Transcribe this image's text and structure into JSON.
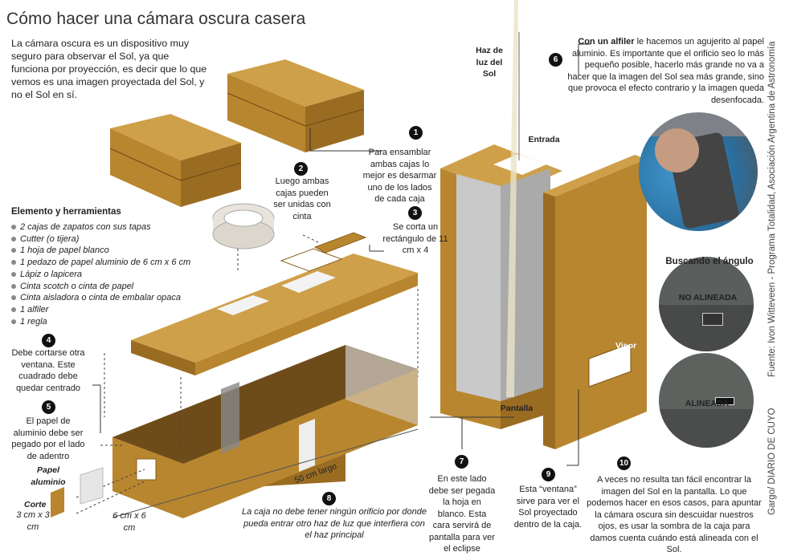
{
  "title": "Cómo hacer una cámara oscura casera",
  "intro": "La cámara oscura es un dispositivo muy seguro para observar el Sol, ya que funciona por proyección, es decir que lo que vemos es una imagen proyectada del Sol, y no el Sol en sí.",
  "tools": {
    "heading": "Elemento y herramientas",
    "items": [
      "2 cajas de zapatos con sus tapas",
      "Cutter (o tijera)",
      "1 hoja de papel blanco",
      "1 pedazo de papel aluminio de 6 cm x 6 cm",
      "Lápiz o lapicera",
      "Cinta scotch o cinta de papel",
      "Cinta aisladora o cinta de embalar opaca",
      "1 alfiler",
      "1 regla"
    ]
  },
  "steps": {
    "s1": {
      "num": "1",
      "text": "Para ensamblar ambas cajas lo mejor es desarmar uno de los lados de cada caja"
    },
    "s2": {
      "num": "2",
      "text": "Luego ambas cajas pueden ser unidas con cinta"
    },
    "s3": {
      "num": "3",
      "text": "Se corta un rectángulo de 11 cm x 4"
    },
    "s4": {
      "num": "4",
      "text": "Debe cortarse otra ventana. Este cuadrado debe quedar centrado"
    },
    "s5": {
      "num": "5",
      "text": "El papel de aluminio debe ser pegado por el lado de adentro"
    },
    "s6": {
      "num": "6",
      "bold": "Con un alfiler",
      "text": " le hacemos un agujerito al papel aluminio. Es importante que el orificio seo lo más pequeño posible, hacerlo más grande no va a hacer que la imagen del Sol sea más grande, sino que provoca el efecto contrario y la imagen queda desenfocada."
    },
    "s7": {
      "num": "7",
      "text": "En este lado debe ser pegada la hoja en blanco. Esta cara servirá de pantalla para ver el eclipse"
    },
    "s8": {
      "num": "8",
      "text": "La caja no debe tener ningún orificio por donde pueda entrar otro haz de luz que interfiera con el haz principal"
    },
    "s9": {
      "num": "9",
      "text": "Esta “ventana” sirve para ver el Sol proyectado dentro de la caja."
    },
    "s10": {
      "num": "10",
      "text": "A veces no resulta tan fácil encontrar la imagen del Sol en la pantalla. Lo que podemos hacer en esos casos, para apuntar la cámara oscura sin descuidar nuestros ojos, es usar la sombra de la caja para damos cuenta cuándo está alineada con el Sol."
    }
  },
  "labels": {
    "haz": "Haz de luz del Sol",
    "entrada": "Entrada",
    "pantalla": "Pantalla",
    "visor": "Visor",
    "papel": "Papel aluminio",
    "corte": "Corte",
    "corte_dim": "3 cm x 3 cm",
    "dim6": "6 cm x 6 cm",
    "largo": "50 cm largo",
    "buscando": "Buscando el ángulo",
    "no_alineada": "NO ALINEADA",
    "alineada": "ALINEADA"
  },
  "credits": {
    "source": "Fuente: Ivon Witteveen - Programa Totalidad, Asociación Argentina de Astronomía",
    "author": "Gargo/ DIARIO DE CUYO"
  },
  "colors": {
    "box": "#b8862f",
    "box_dark": "#8a5f1a",
    "box_light": "#cfa04a",
    "inner": "#5a3f17"
  }
}
